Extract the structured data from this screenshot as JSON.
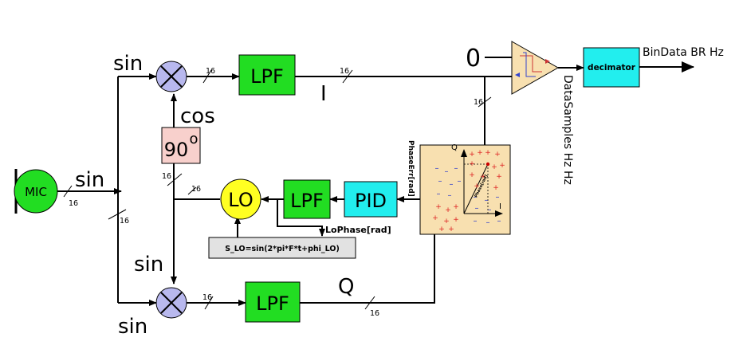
{
  "blocks": {
    "mic": "MIC",
    "lpf_top": "LPF",
    "lpf_bottom": "LPF",
    "lpf_loop": "LPF",
    "pid": "PID",
    "lo": "LO",
    "decimator": "decimator",
    "phase_shift": "90",
    "phase_shift_sup": "o",
    "formula": "S_LO=sin(2*pi*F*t+phi_LO)"
  },
  "labels": {
    "sin_top": "sin",
    "sin_input": "sin",
    "cos": "cos",
    "sin_lower": "sin",
    "sin_bottom": "sin",
    "i_signal": "I",
    "q_signal": "Q",
    "zero": "0",
    "bindata": "BinData BR Hz",
    "datasamples": "DataSamples Hz Hz",
    "phase_err": "PhaseErr[rad]",
    "lo_phase": "LoPhase[rad]",
    "plot_q": "Q",
    "plot_i": "I",
    "plot_phase": "Phase[rad]"
  },
  "bus_widths": {
    "mic_out": "16",
    "split_lower": "16",
    "mixer_top_out": "16",
    "i_line": "16",
    "i_down": "16",
    "cos_path": "16",
    "lo_line": "16",
    "mixer_bottom_out": "16",
    "q_line": "16"
  },
  "colors": {
    "mic_fill": "#22dd22",
    "lpf_fill": "#22dd22",
    "mixer_fill": "#b8b8ee",
    "phase_fill": "#f8d0cc",
    "lo_fill": "#ffff22",
    "pid_fill": "#22eeee",
    "decimator_fill": "#22eeee",
    "comparator_fill": "#f8e0b0",
    "detector_fill": "#f8e0b0",
    "formula_fill": "#e2e2e2"
  }
}
